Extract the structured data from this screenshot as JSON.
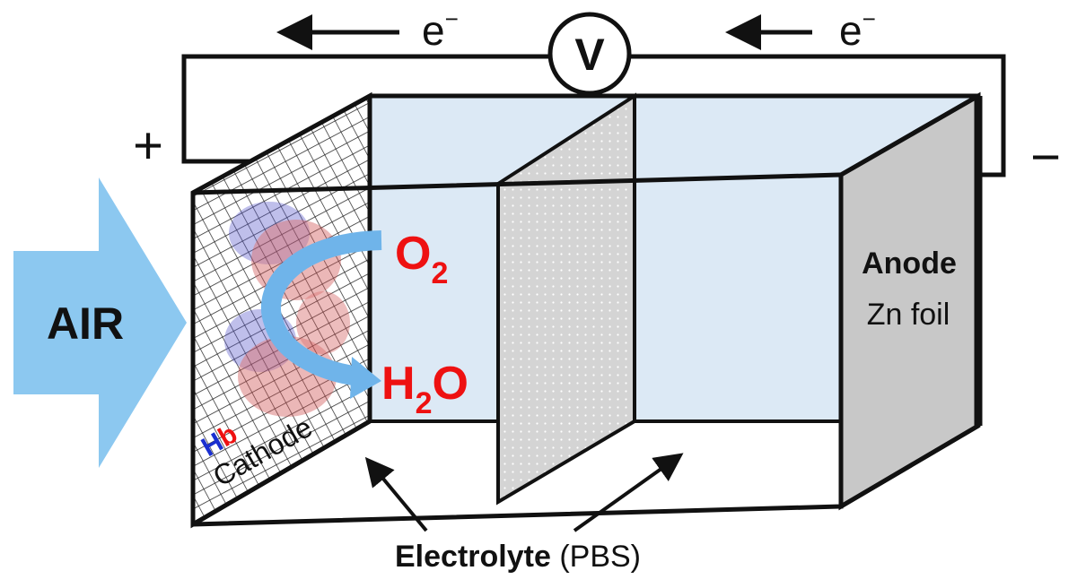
{
  "electron_labels": [
    "e",
    "e"
  ],
  "electron_superscript": "−",
  "voltmeter": "V",
  "positive_terminal": "+",
  "negative_terminal": "−",
  "air": "AIR",
  "o2": {
    "main": "O",
    "sub": "2"
  },
  "h2o": {
    "h": "H",
    "sub": "2",
    "o": "O"
  },
  "hb": {
    "h": "H",
    "b": "b"
  },
  "cathode": "Cathode",
  "anode": {
    "line1": "Anode",
    "line2": "Zn foil"
  },
  "electrolyte": {
    "bold": "Electrolyte",
    "paren": "(PBS)"
  },
  "colors": {
    "air_arrow": "#8cc8f0",
    "electrolyte_fill": "#dce9f5",
    "anode_fill": "#c8c8c8",
    "separator_fill": "#d4d4d4",
    "red_text": "#ee1111",
    "hb_blue": "#1a2fd0",
    "flow_arrow": "#6fb4ea"
  }
}
